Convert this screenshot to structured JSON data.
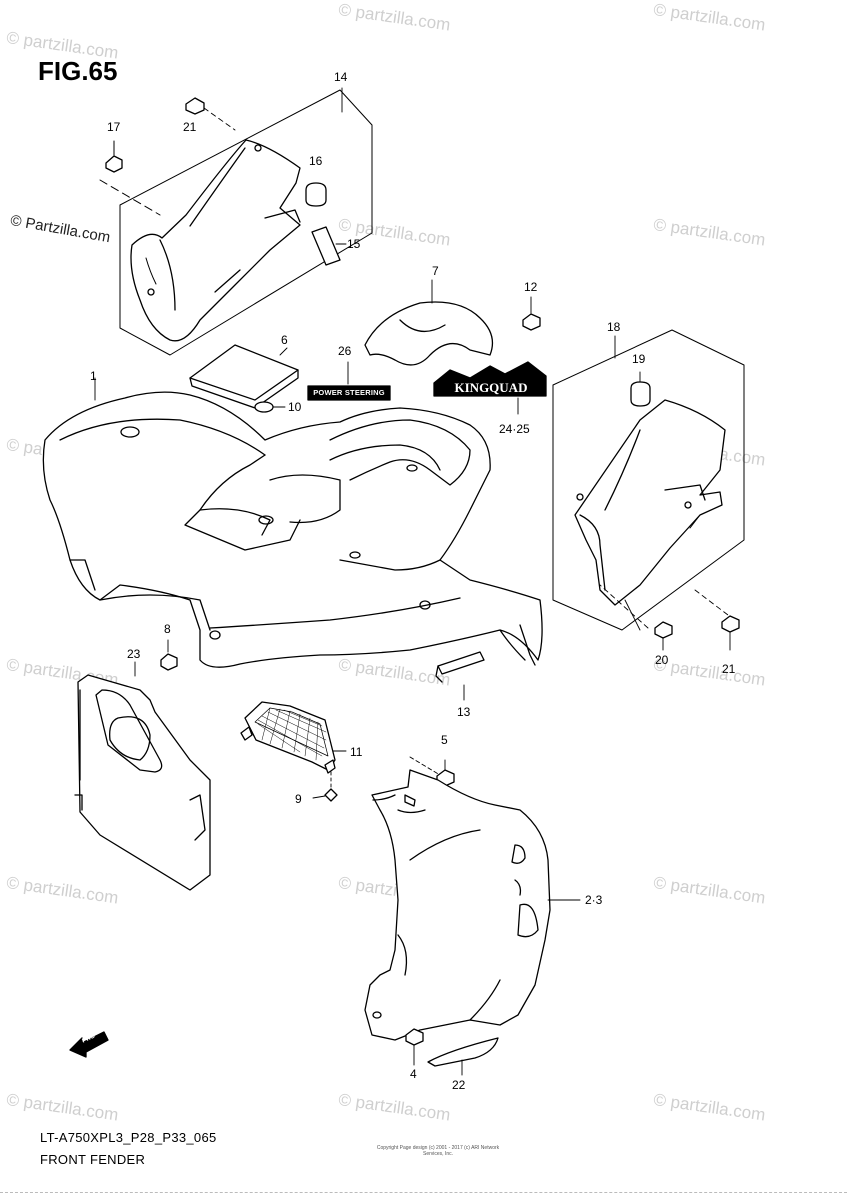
{
  "figure": {
    "title": "FIG.65",
    "copyright": "© Partzilla.com",
    "watermark": "© partzilla.com",
    "footer_code": "LT-A750XPL3_P28_P33_065",
    "footer_name": "FRONT FENDER",
    "small_print": "Copyright\nPage design (c) 2001 - 2017 (c) ARI Network Services, Inc."
  },
  "callouts": {
    "c1": "1",
    "c23": "2·3",
    "c4": "4",
    "c5": "5",
    "c6": "6",
    "c7": "7",
    "c8": "8",
    "c9": "9",
    "c10": "10",
    "c11": "11",
    "c12": "12",
    "c13": "13",
    "c14": "14",
    "c15": "15",
    "c16": "16",
    "c17": "17",
    "c18": "18",
    "c19": "19",
    "c20": "20",
    "c21a": "21",
    "c21b": "21",
    "c22": "22",
    "c23b": "23",
    "c2425": "24·25",
    "c26": "26"
  },
  "decals": {
    "power_steering": "POWER STEERING",
    "kingquad": "KINGQUAD",
    "fwd": "FWD"
  }
}
